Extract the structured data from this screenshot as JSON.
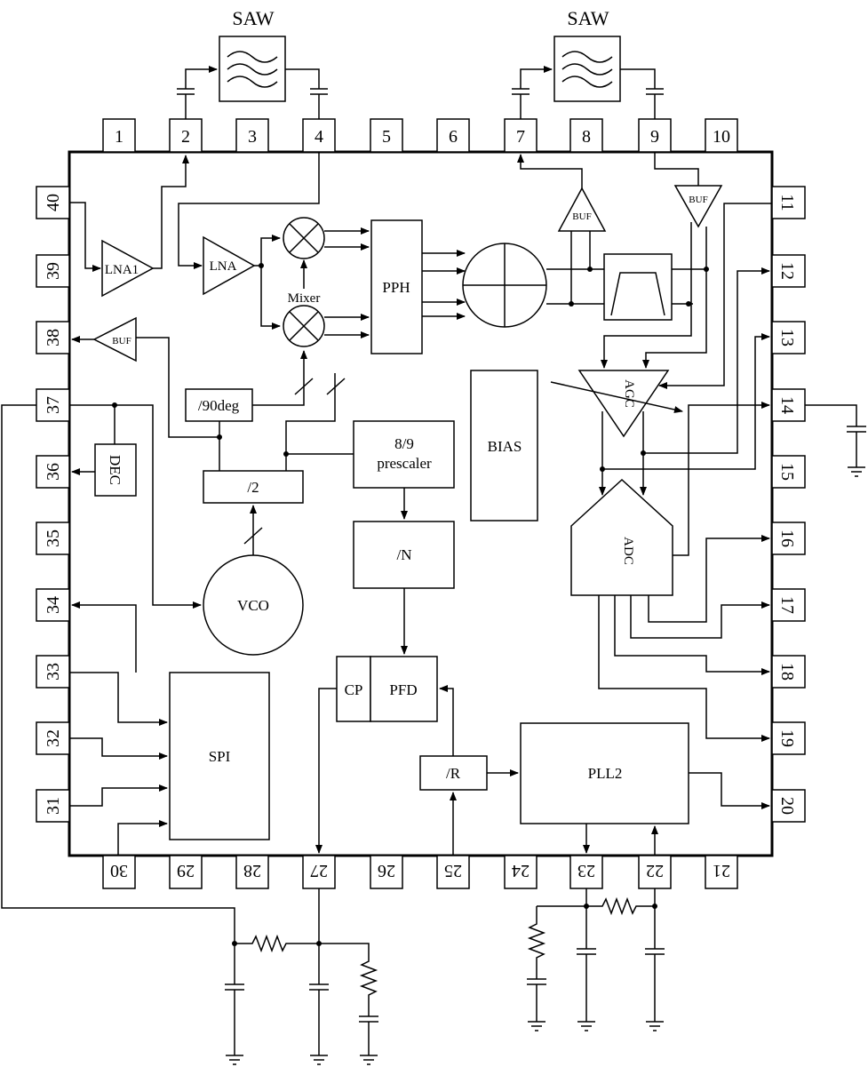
{
  "saw_labels": [
    "SAW",
    "SAW"
  ],
  "pins_top": [
    "1",
    "2",
    "3",
    "4",
    "5",
    "6",
    "7",
    "8",
    "9",
    "10"
  ],
  "pins_right": [
    "11",
    "12",
    "13",
    "14",
    "15",
    "16",
    "17",
    "18",
    "19",
    "20"
  ],
  "pins_bottom": [
    "30",
    "29",
    "28",
    "27",
    "26",
    "25",
    "24",
    "23",
    "22",
    "21"
  ],
  "pins_left": [
    "40",
    "39",
    "38",
    "37",
    "36",
    "35",
    "34",
    "33",
    "32",
    "31"
  ],
  "blocks": {
    "lna1": "LNA1",
    "lna": "LNA",
    "buf_left": "BUF",
    "buf_mid": "BUF",
    "buf_right": "BUF",
    "mixer": "Mixer",
    "pph": "PPH",
    "deg90": "/90deg",
    "dec": "DEC",
    "div2": "/2",
    "vco": "VCO",
    "prescaler_line1": "8/9",
    "prescaler_line2": "prescaler",
    "bias": "BIAS",
    "divn": "/N",
    "cp": "CP",
    "pfd": "PFD",
    "divr": "/R",
    "pll2": "PLL2",
    "spi": "SPI",
    "agc": "AGC",
    "adc": "ADC"
  }
}
